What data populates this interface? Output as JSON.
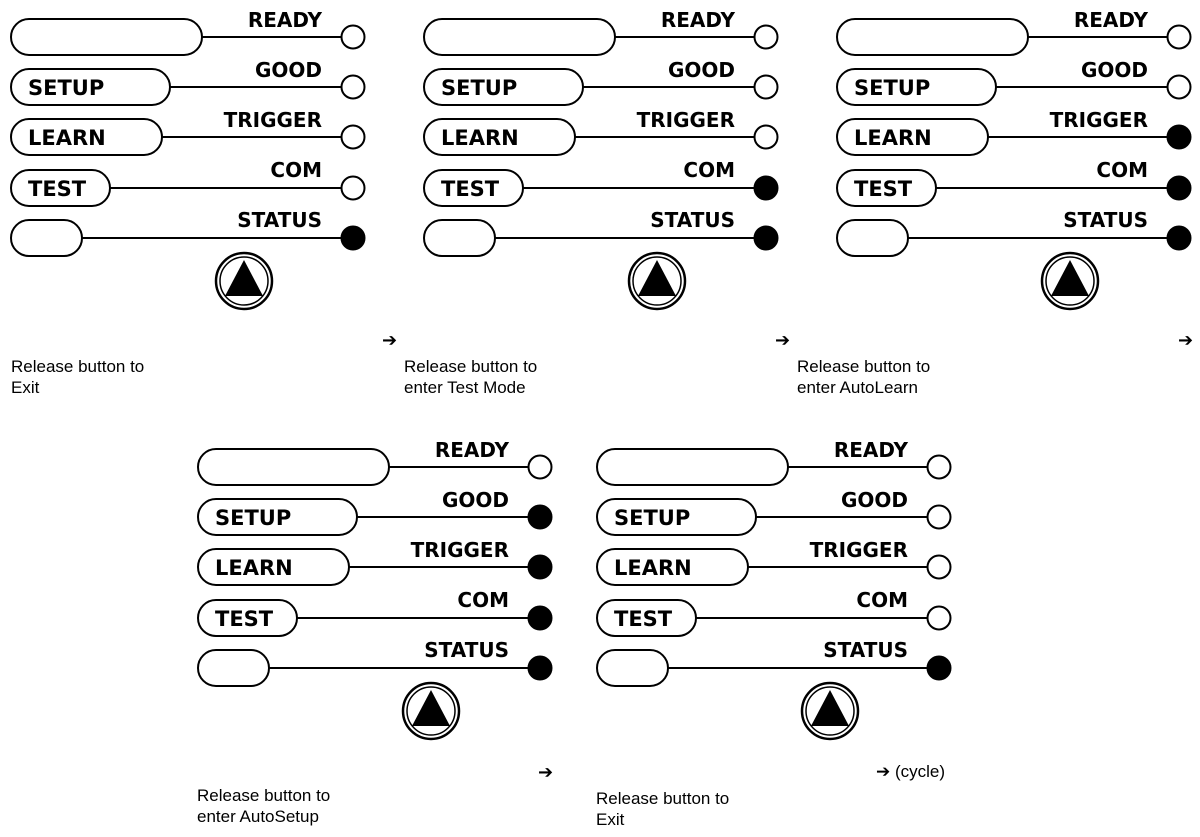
{
  "buttons": [
    "",
    "SETUP",
    "LEARN",
    "TEST",
    ""
  ],
  "indicators": [
    "READY",
    "GOOD",
    "TRIGGER",
    "COM",
    "STATUS"
  ],
  "panels": [
    {
      "caption": "Release button to\nExit",
      "arrow": "➔",
      "leds": [
        "off",
        "off",
        "off",
        "off",
        "on"
      ]
    },
    {
      "caption": "Release button to\nenter Test Mode",
      "arrow": "➔",
      "leds": [
        "off",
        "off",
        "off",
        "on",
        "on"
      ]
    },
    {
      "caption": "Release button to\nenter AutoLearn",
      "arrow": "➔",
      "leds": [
        "off",
        "off",
        "on",
        "on",
        "on"
      ]
    },
    {
      "caption": "Release button to\nenter AutoSetup",
      "arrow": "➔",
      "leds": [
        "off",
        "on",
        "on",
        "on",
        "on"
      ]
    },
    {
      "caption": "Release button to\nExit",
      "arrow": "➔ (cycle)",
      "leds": [
        "off",
        "off",
        "off",
        "off",
        "on"
      ]
    }
  ]
}
